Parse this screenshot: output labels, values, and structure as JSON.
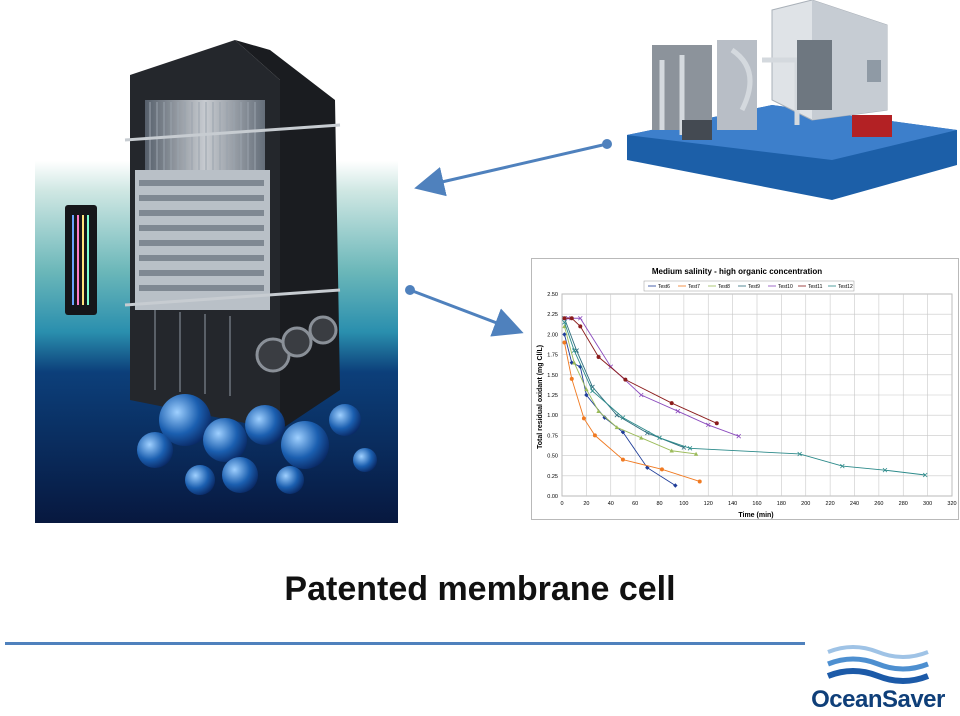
{
  "slide": {
    "title": "Patented membrane cell"
  },
  "images": {
    "membrane_cell": "membrane-cell-photo",
    "treatment_unit": "treatment-unit-photo"
  },
  "logo": {
    "text": "OceanSaver",
    "wave_colors": [
      "#9fc3e6",
      "#4d8fd0",
      "#1c5aa8"
    ]
  },
  "colors": {
    "divider": "#4f81bd",
    "arrow": "#4f81bd"
  },
  "chart_data": {
    "type": "line",
    "title": "Medium salinity - high organic concentration",
    "xlabel": "Time (min)",
    "ylabel": "Total residual oxidant (mg Cl/L)",
    "xlim": [
      0,
      320
    ],
    "ylim": [
      0,
      2.5
    ],
    "xticks": [
      "0",
      "20",
      "40",
      "60",
      "80",
      "100",
      "120",
      "140",
      "160",
      "180",
      "200",
      "220",
      "240",
      "260",
      "280",
      "300",
      "320"
    ],
    "yticks": [
      "0.00",
      "0.25",
      "0.50",
      "0.75",
      "1.00",
      "1.25",
      "1.50",
      "1.75",
      "2.00",
      "2.25",
      "2.50"
    ],
    "grid": true,
    "legend_position": "top",
    "series": [
      {
        "name": "Test6",
        "color": "#1f3d99",
        "marker": "diamond",
        "x": [
          2,
          8,
          15,
          20,
          35,
          50,
          70,
          93
        ],
        "y": [
          2.0,
          1.65,
          1.6,
          1.25,
          0.97,
          0.79,
          0.35,
          0.13
        ]
      },
      {
        "name": "Test7",
        "color": "#f07a22",
        "marker": "circle",
        "x": [
          2,
          8,
          18,
          27,
          50,
          82,
          113
        ],
        "y": [
          1.9,
          1.45,
          0.96,
          0.75,
          0.45,
          0.33,
          0.18
        ]
      },
      {
        "name": "Test8",
        "color": "#9bbb59",
        "marker": "triangle",
        "x": [
          2,
          10,
          20,
          30,
          45,
          65,
          90,
          110
        ],
        "y": [
          2.1,
          1.65,
          1.32,
          1.05,
          0.85,
          0.72,
          0.56,
          0.52
        ]
      },
      {
        "name": "Test9",
        "color": "#2e6e7e",
        "marker": "x",
        "x": [
          2,
          12,
          25,
          45,
          70,
          100
        ],
        "y": [
          2.2,
          1.8,
          1.35,
          1.0,
          0.78,
          0.6
        ]
      },
      {
        "name": "Test10",
        "color": "#8b4bbd",
        "marker": "x",
        "x": [
          5,
          15,
          40,
          65,
          95,
          120,
          145
        ],
        "y": [
          2.2,
          2.2,
          1.6,
          1.25,
          1.05,
          0.88,
          0.74
        ]
      },
      {
        "name": "Test11",
        "color": "#8b1c1c",
        "marker": "circle",
        "x": [
          2,
          8,
          15,
          30,
          52,
          90,
          127
        ],
        "y": [
          2.2,
          2.2,
          2.1,
          1.72,
          1.44,
          1.15,
          0.9
        ]
      },
      {
        "name": "Test12",
        "color": "#2c8a8a",
        "marker": "x",
        "x": [
          2,
          10,
          25,
          50,
          80,
          105,
          195,
          230,
          265,
          298
        ],
        "y": [
          2.15,
          1.8,
          1.3,
          0.97,
          0.72,
          0.59,
          0.52,
          0.37,
          0.32,
          0.26
        ]
      }
    ]
  }
}
